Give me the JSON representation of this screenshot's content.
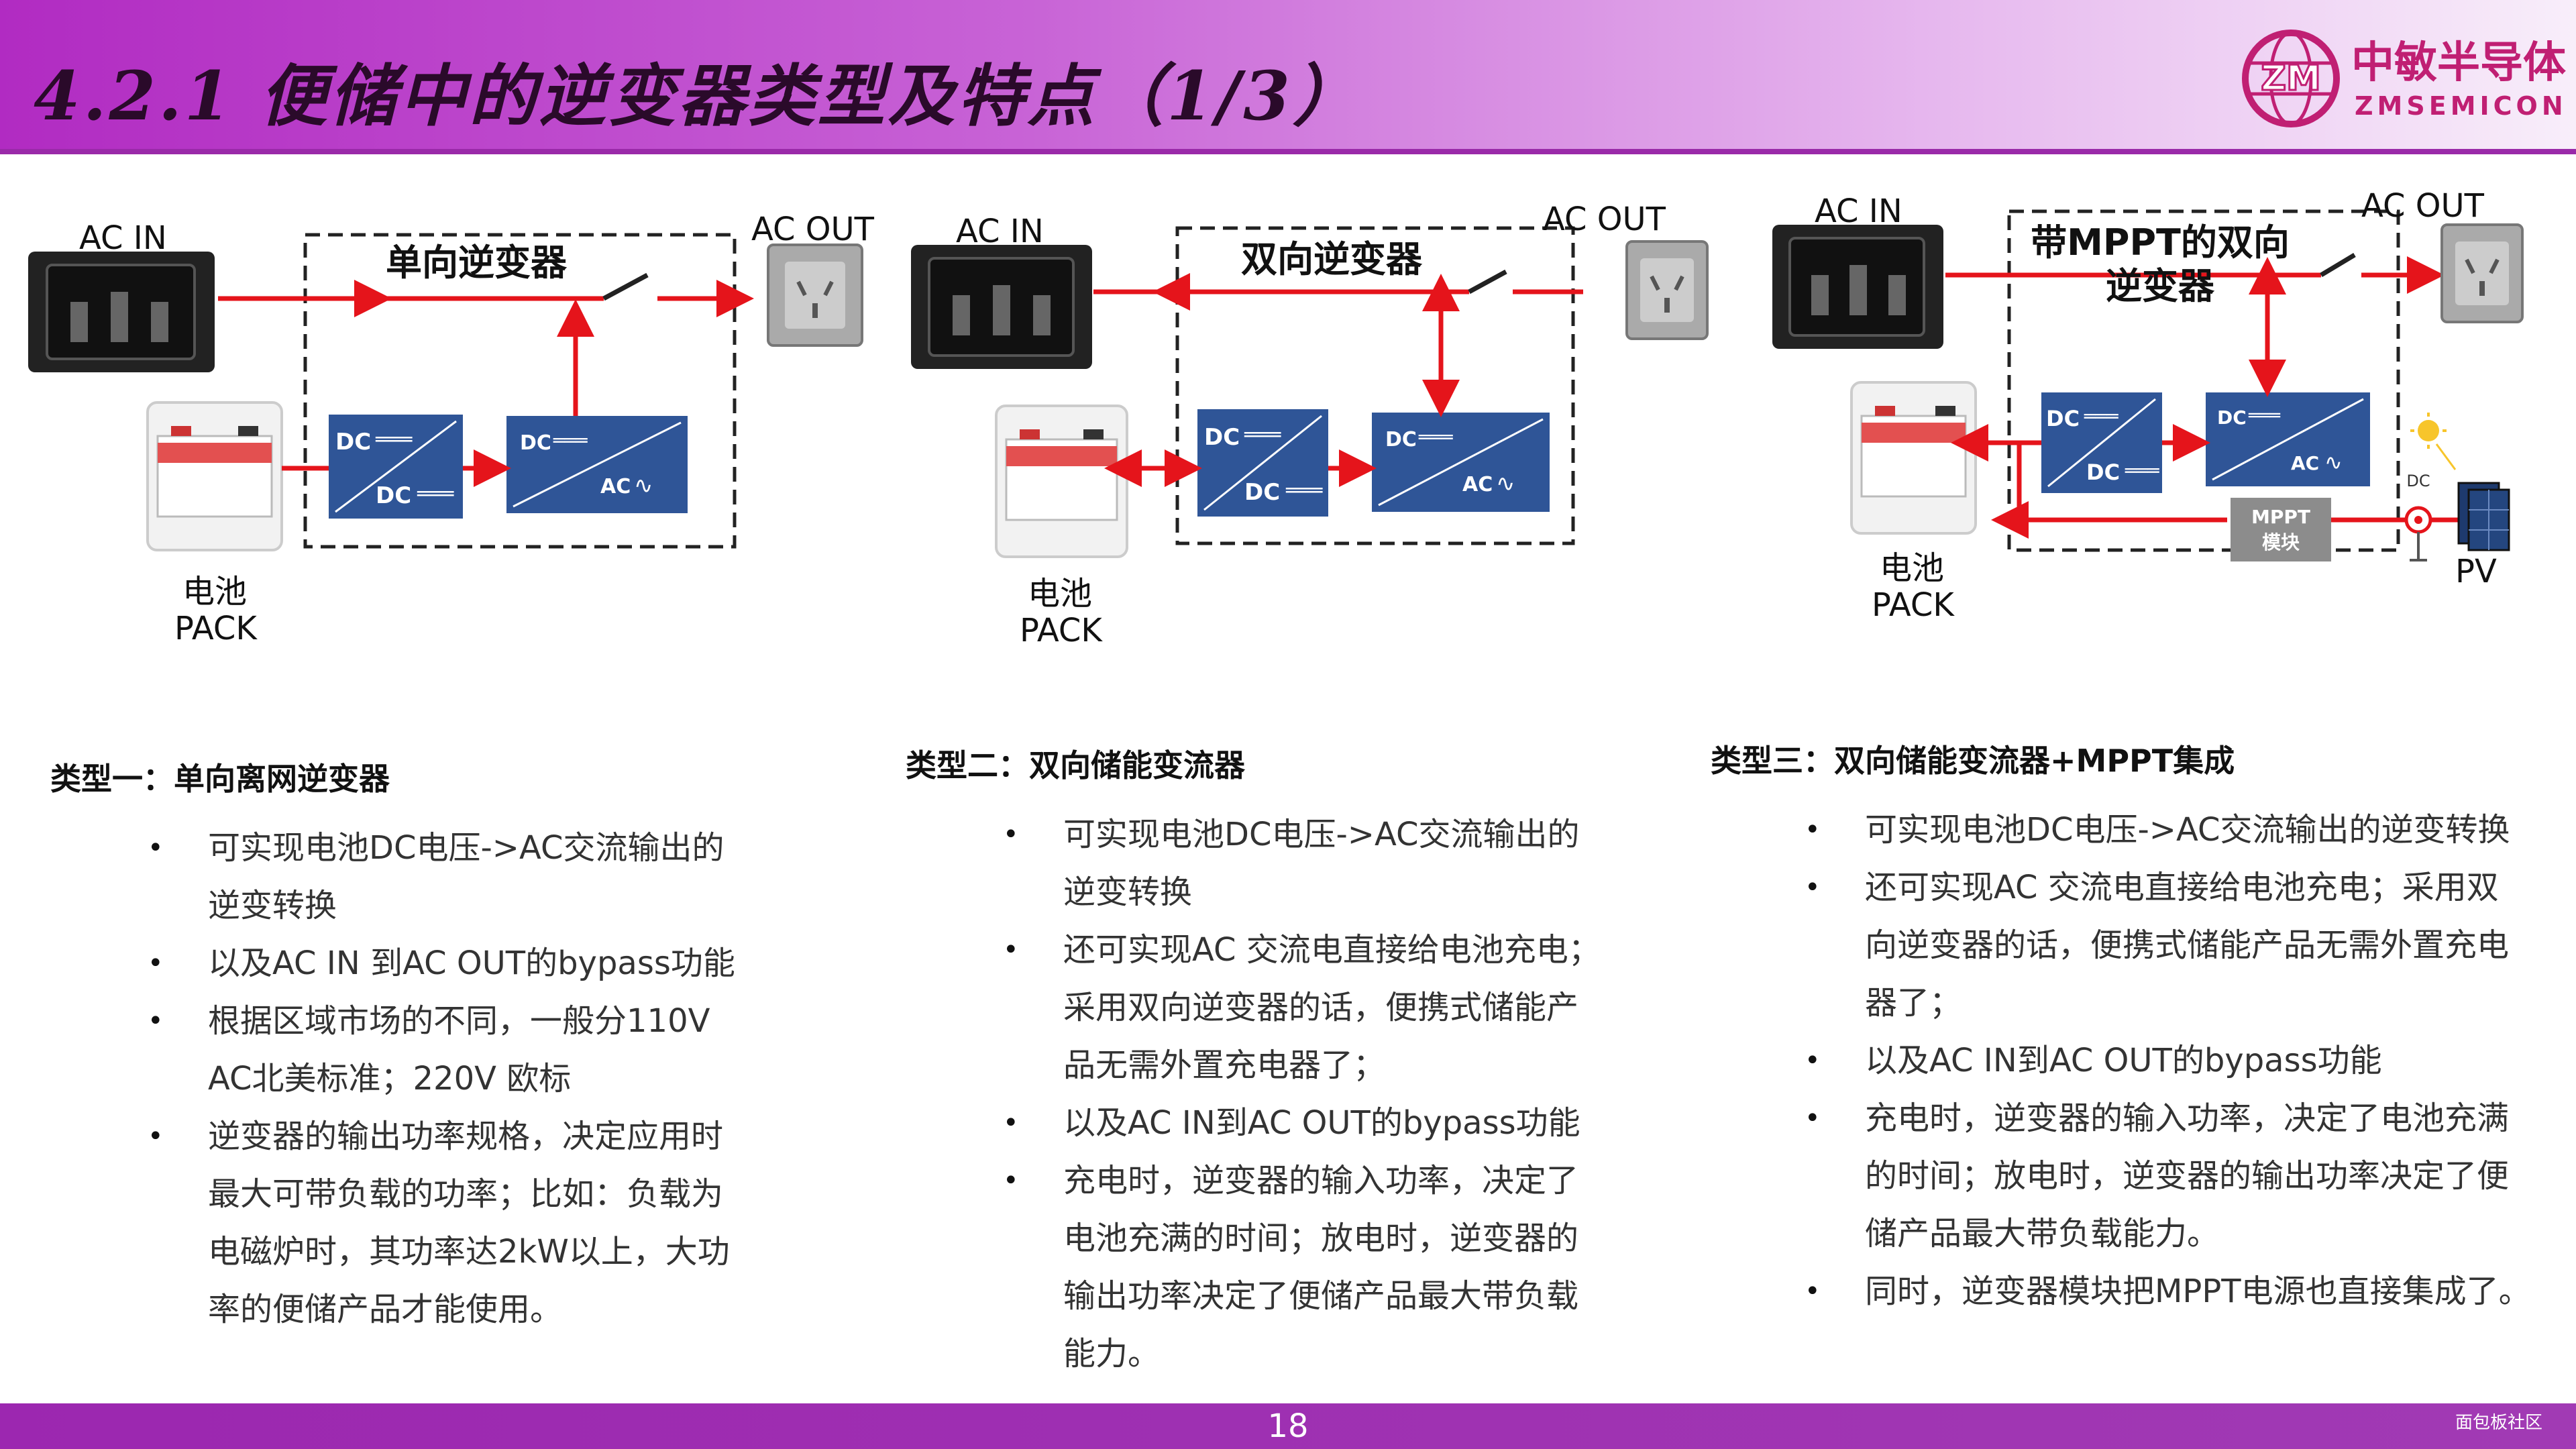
{
  "header": {
    "title": "4.2.1 便储中的逆变器类型及特点（1/3）",
    "logo_cn": "中敏半导体",
    "logo_en": "ZMSEMICON",
    "logo_mark": "ZM"
  },
  "diagrams": [
    {
      "ac_in": "AC IN",
      "ac_out": "AC OUT",
      "box_title": "单向逆变器",
      "battery": [
        "电池",
        "PACK"
      ],
      "dc_label": "DC",
      "ac_label": "AC"
    },
    {
      "ac_in": "AC IN",
      "ac_out": "AC OUT",
      "box_title": "双向逆变器",
      "battery": [
        "电池",
        "PACK"
      ],
      "dc_label": "DC",
      "ac_label": "AC"
    },
    {
      "ac_in": "AC IN",
      "ac_out": "AC OUT",
      "box_title": [
        "带MPPT的双向",
        "逆变器"
      ],
      "battery": [
        "电池",
        "PACK"
      ],
      "dc_label": "DC",
      "ac_label": "AC",
      "mppt": [
        "MPPT",
        "模块"
      ],
      "pv": "PV",
      "pv_dc": "DC"
    }
  ],
  "columns": [
    {
      "heading": "类型一：单向离网逆变器",
      "bullet": "•",
      "items": [
        [
          "可实现电池DC电压->AC交流输出的",
          "逆变转换"
        ],
        [
          "以及AC IN 到AC OUT的bypass功能"
        ],
        [
          "根据区域市场的不同，一般分110V",
          "AC北美标准；220V 欧标"
        ],
        [
          "逆变器的输出功率规格，决定应用时",
          "最大可带负载的功率；比如：负载为",
          "电磁炉时，其功率达2kW以上，大功",
          "率的便储产品才能使用。"
        ]
      ]
    },
    {
      "heading": "类型二：双向储能变流器",
      "bullet": "•",
      "items": [
        [
          "可实现电池DC电压->AC交流输出的",
          "逆变转换"
        ],
        [
          "还可实现AC 交流电直接给电池充电；",
          "采用双向逆变器的话，便携式储能产",
          "品无需外置充电器了；"
        ],
        [
          "以及AC IN到AC OUT的bypass功能"
        ],
        [
          "充电时，逆变器的输入功率，决定了",
          "电池充满的时间；放电时，逆变器的",
          "输出功率决定了便储产品最大带负载",
          "能力。"
        ]
      ]
    },
    {
      "heading": "类型三：双向储能变流器+MPPT集成",
      "bullet": "•",
      "items": [
        [
          "可实现电池DC电压->AC交流输出的逆变转换"
        ],
        [
          "还可实现AC 交流电直接给电池充电；采用双",
          "向逆变器的话，便携式储能产品无需外置充电",
          "器了；"
        ],
        [
          "以及AC IN到AC OUT的bypass功能"
        ],
        [
          "充电时，逆变器的输入功率，决定了电池充满",
          "的时间；放电时，逆变器的输出功率决定了便",
          "储产品最大带负载能力。"
        ],
        [
          "同时，逆变器模块把MPPT电源也直接集成了。"
        ]
      ]
    }
  ],
  "footer": {
    "page_number": "18",
    "watermark": "面包板社区"
  },
  "colors": {
    "header_purple": "#b12bc2",
    "arrow_red": "#e5141b",
    "converter_blue": "#2f5597",
    "mppt_gray": "#8c8c8c",
    "footer_purple": "#9c27b0"
  }
}
